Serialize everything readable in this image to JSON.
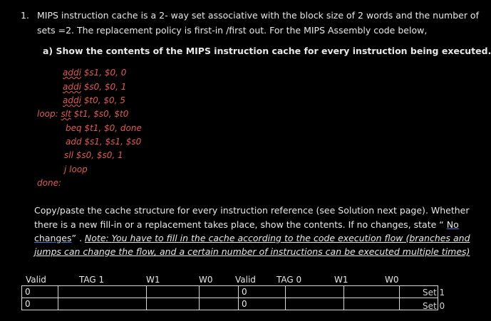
{
  "question": {
    "number": "1.",
    "line1": "MIPS instruction cache is a 2- way set associative with the block size of 2 words and the number of",
    "line2": "sets =2. The replacement policy is first-in /first out. For the MIPS Assembly code below,",
    "part_a": "a) Show the contents of the MIPS instruction cache for every instruction being executed."
  },
  "code": {
    "lines": [
      {
        "label": "",
        "op": "addi",
        "args": " $s1, $0, 0"
      },
      {
        "label": "",
        "op": "addi",
        "args": " $s0, $0, 1"
      },
      {
        "label": "",
        "op": "addi",
        "args": " $t0, $0, 5"
      },
      {
        "label": "loop:",
        "op": "slt",
        "args": " $t1, $s0, $t0"
      },
      {
        "label": "",
        "op": "",
        "args": "beq  $t1, $0, done"
      },
      {
        "label": "",
        "op": "",
        "args": "add  $s1, $s1, $s0"
      },
      {
        "label": "",
        "op": "",
        "args": "sll  $s0, $s0, 1"
      },
      {
        "label": "",
        "op": "",
        "args": "j  loop"
      },
      {
        "label": "done:",
        "op": "",
        "args": ""
      }
    ]
  },
  "instructions": {
    "p1": "Copy/paste the cache structure for every instruction reference (see Solution next page). Whether",
    "p2a": "there is a new fill-in or a replacement takes place, show the contents. If no changes, state “ ",
    "p2b": "No",
    "p3a": "changes",
    "p3b": "” . ",
    "p3c": "Note: You have to fill in the cache according to the code execution flow (branches and",
    "p4": "jumps can change the flow, and a certain number of instructions can be executed multiple times)"
  },
  "cache": {
    "headers": [
      "Valid",
      "TAG 1",
      "W1",
      "W0",
      "Valid",
      "TAG 0",
      "W1",
      "W0"
    ],
    "rows": [
      {
        "valid1": "0",
        "tag1": "",
        "w1a": "",
        "w0a": "",
        "valid0": "0",
        "tag0": "",
        "w1b": "",
        "w0b": "",
        "set": "Set 1"
      },
      {
        "valid1": "0",
        "tag1": "",
        "w1a": "",
        "w0a": "",
        "valid0": "0",
        "tag0": "",
        "w1b": "",
        "w0b": "",
        "set": "Set 0"
      }
    ]
  }
}
